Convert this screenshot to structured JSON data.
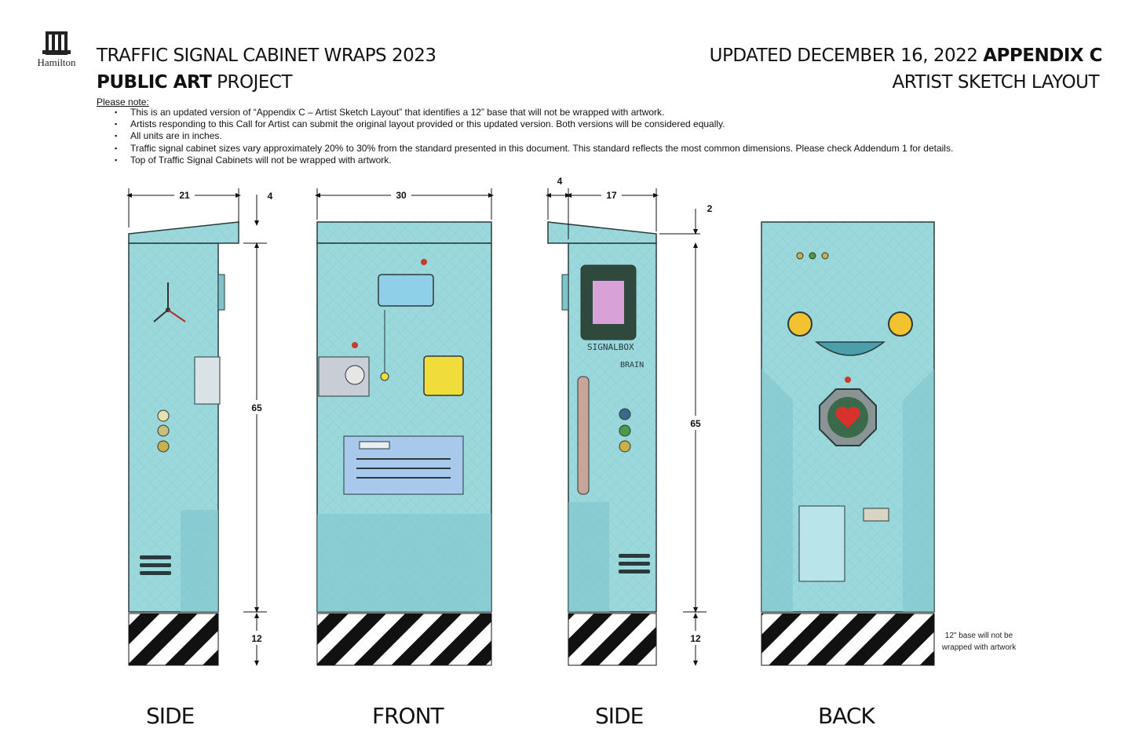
{
  "logo": {
    "text": "Hamilton",
    "icon": "city-hall-icon"
  },
  "header": {
    "title_line1": "TRAFFIC SIGNAL CABINET WRAPS 2023",
    "title_line2_bold": "PUBLIC ART",
    "title_line2_rest": "PROJECT",
    "updated": "UPDATED DECEMBER 16, 2022",
    "appendix": "APPENDIX C",
    "subtitle": "ARTIST SKETCH LAYOUT"
  },
  "notes": {
    "title": "Please note:",
    "items": [
      "This is an updated version of “Appendix C – Artist Sketch Layout” that identifies a 12” base that will not be wrapped with artwork.",
      "Artists responding to this Call for Artist can submit the original layout provided or this updated version. Both versions will be considered equally.",
      "All units are in inches.",
      "Traffic signal cabinet sizes vary approximately 20% to 30% from the standard presented in this document. This standard reflects the most common dimensions. Please check Addendum 1 for details.",
      "Top of Traffic Signal Cabinets will not be wrapped with artwork."
    ]
  },
  "dimensions": {
    "side_left_width": "21",
    "side_left_lip": "4",
    "front_width": "30",
    "side_left_height": "65",
    "side_left_base": "12",
    "side_right_lip": "4",
    "side_right_width": "17",
    "side_right_top": "2",
    "side_right_height": "65",
    "side_right_base": "12"
  },
  "sketch_text": {
    "signal_box": "SIGNALBOX",
    "brain": "BRAIN"
  },
  "base_note": {
    "line1": "12\" base will not be",
    "line2": "wrapped with artwork"
  },
  "views": {
    "side_left": "SIDE",
    "front": "FRONT",
    "side_right": "SIDE",
    "back": "BACK"
  },
  "colors": {
    "cabinet": "#9ad8dc",
    "cabinet_dark": "#7ec5cb",
    "outline": "#2a3a3c",
    "stripe": "#111111",
    "lights": "#f2c230",
    "heart": "#d8302a"
  }
}
